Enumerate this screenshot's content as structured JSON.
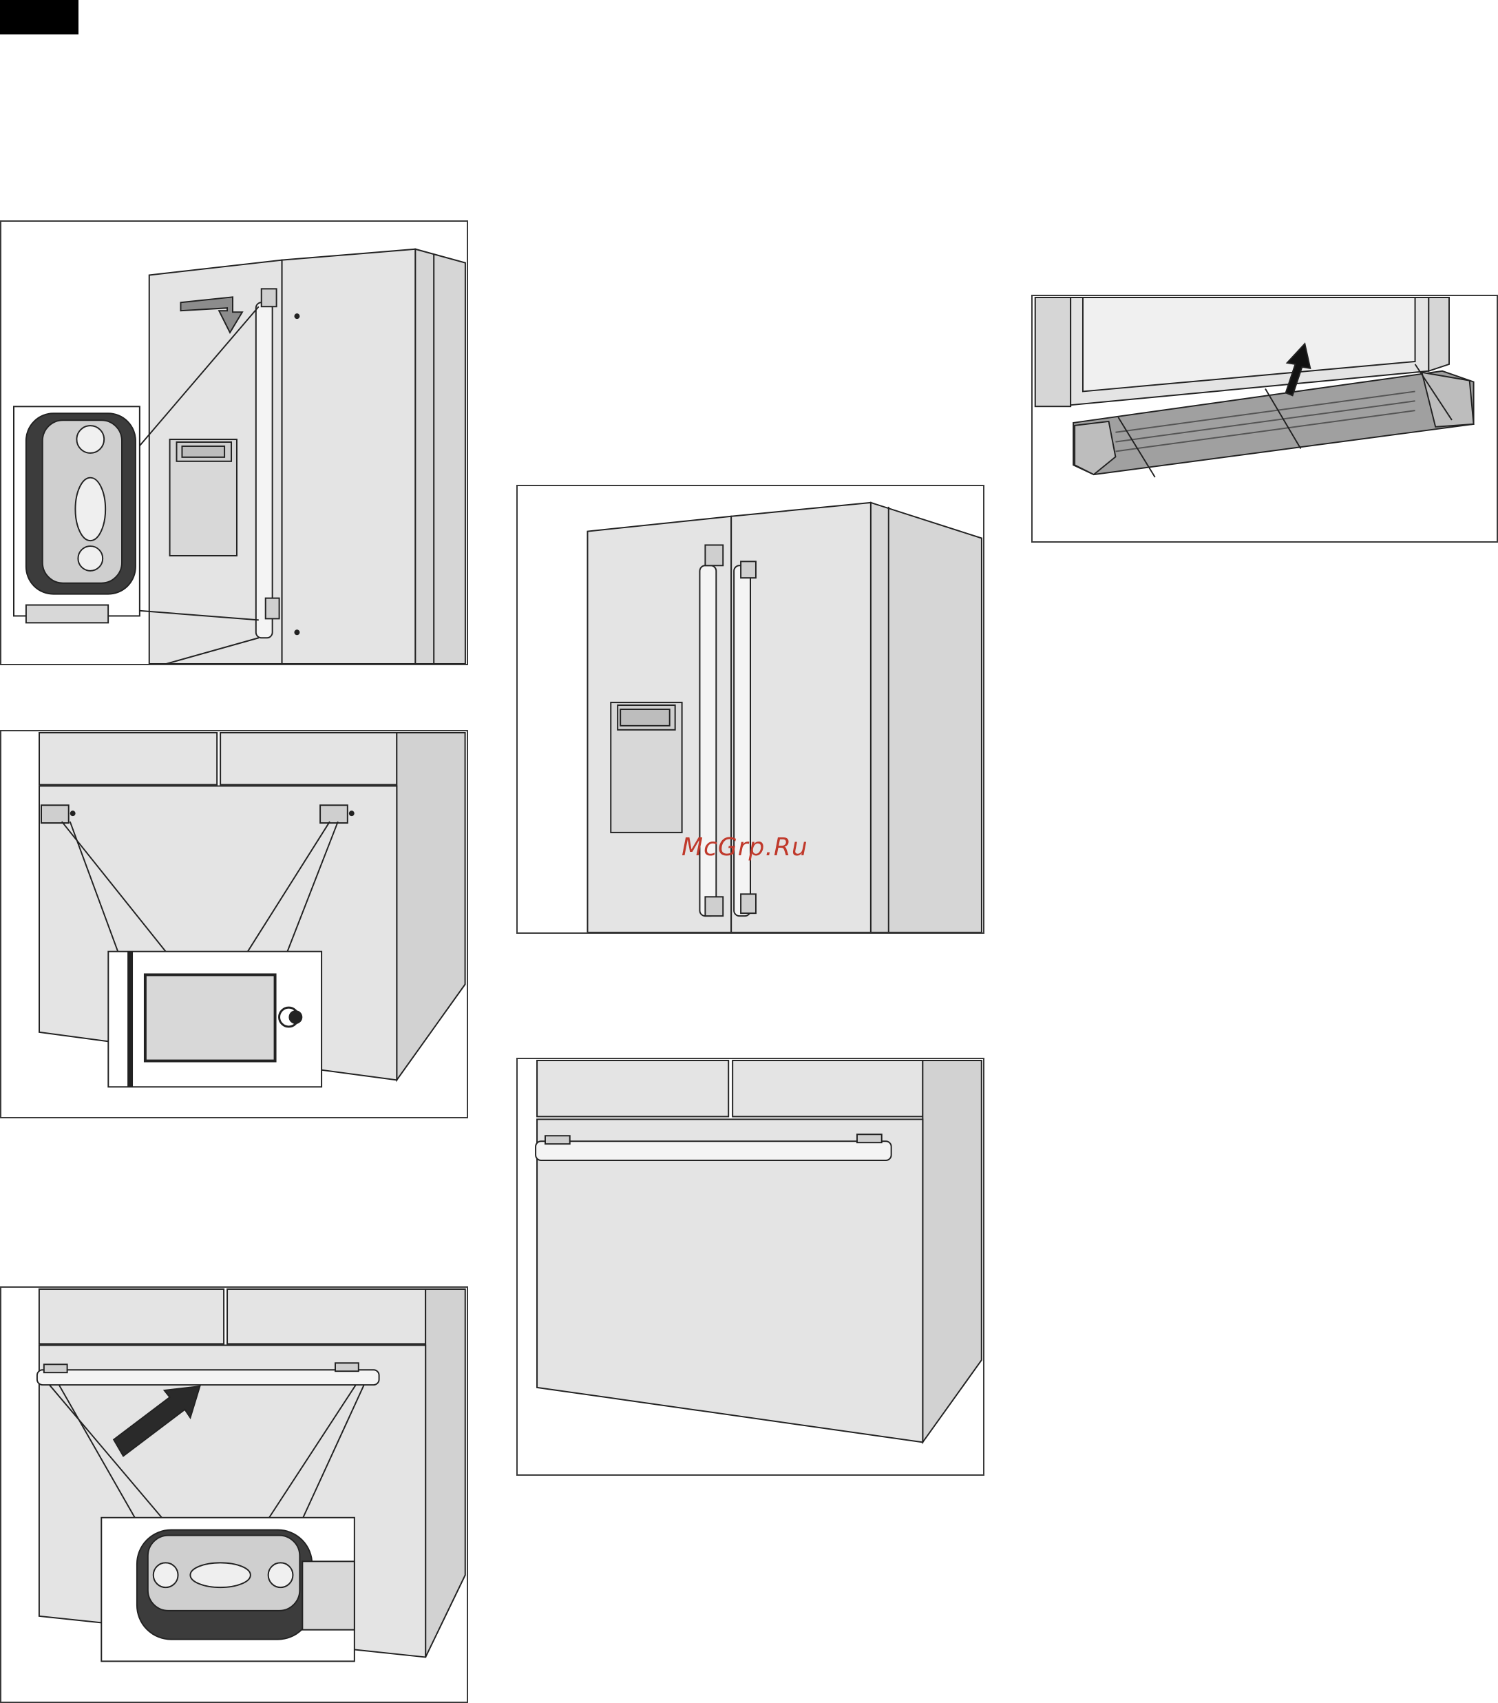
{
  "page": {
    "watermark": "McGrp.Ru"
  },
  "figures": [
    {
      "id": "fig-door-handle-mount",
      "icon": "arrow-down-icon"
    },
    {
      "id": "fig-drawer-brackets"
    },
    {
      "id": "fig-drawer-handle-attach",
      "icon": "curved-arrow-icon"
    },
    {
      "id": "fig-fridge-handles-installed"
    },
    {
      "id": "fig-drawer-handle-installed"
    },
    {
      "id": "fig-base-grille",
      "icon": "arrow-up-icon"
    }
  ],
  "colors": {
    "panel": "#e4e4e4",
    "panel_dark": "#d2d2d2",
    "outline": "#222222",
    "handle": "#f4f4f4",
    "grille": "#8a8a8a",
    "watermark": "#c0392b"
  }
}
